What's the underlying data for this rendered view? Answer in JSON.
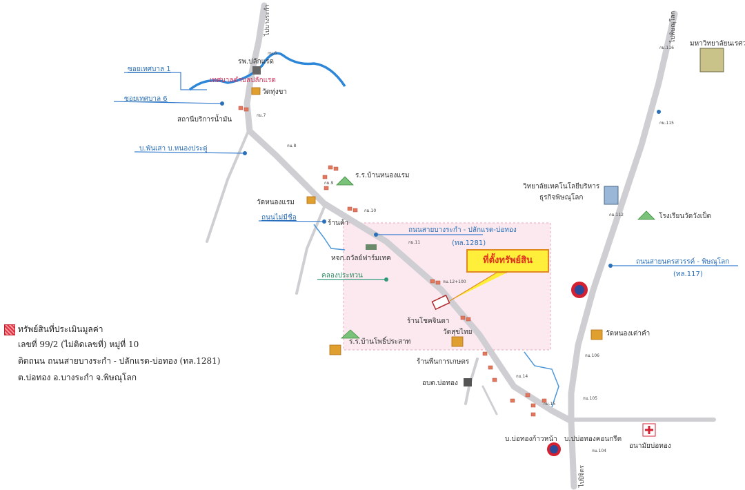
{
  "callout": "ที่ตั้งทรัพย์สิน",
  "legend": {
    "line1": "ทรัพย์สินที่ประเมินมูลค่า",
    "line2": "เลขที่ 99/2 (ไม่ติดเลขที่) หมู่ที่ 10",
    "line3": "ติดถนน ถนนสายบางระกำ - ปลักแรด-บ่อทอง (ทล.1281)",
    "line4": "ต.บ่อทอง อ.บางระกำ จ.พิษณุโลก"
  },
  "roads": {
    "soi1": "ซอยเทศบาล 1",
    "soi6": "ซอยเทศบาล 6",
    "phanseo": "บ.พันเสา บ.หนองประดู่",
    "mimue": "ถนนไม่มีชื่อ",
    "main_name": "ถนนสายบางระกำ - ปลักแรด-บ่อทอง",
    "main_code": "(ทล.1281)",
    "east_name": "ถนนสายนครสวรรค์ - พิษณุโลก",
    "east_code": "(ทล.117)",
    "canal": "คลองประทวน",
    "top_vertical": "ไปบางระกำ",
    "right_vertical": "ไปพิษณุโลก",
    "bottom_vertical": "ไปปิจิตร"
  },
  "places": {
    "hospital": "รพ.ปลักแรด",
    "municipality": "เทศบาลตำบลปลักแรด",
    "wat_thungkha": "วัดทุ่งขา",
    "gas_station": "สถานีบริการน้ำมัน",
    "school_nongraem": "ร.ร.บ้านหนองแรม",
    "wat_nongraem": "วัดหนองแรม",
    "shop1": "ร้านค้า",
    "farm": "หจก.ถวัลย์ฟาร์มเทค",
    "shop_chokjinda": "ร้านโชคจินดา",
    "wat_suthai": "วัดสุขไทย",
    "school_pho": "ร.ร.บ้านโพธิ์ประสาท",
    "shop_agri": "ร้านพืนการเกษตร",
    "obt": "อบต.บ่อทอง",
    "wat_nongtaokham": "วัดหนองเต่าคำ",
    "college": "วิทยาลัยเทคโนโลยีบริหาร",
    "college2": "ธุรกิจพิษณุโลก",
    "school_wangpet": "โรงเรียนวัดวังเป็ด",
    "university": "มหาวิทยาลัยนเรศวร",
    "bothong_front": "บ.บ่อทองก้าวหน้า",
    "bothong_concrete": "บ.ปบ่อทองคอนกรีต",
    "health": "อนามัยบ่อทอง"
  },
  "km": {
    "k6a": "กม.6",
    "k7": "กม.7",
    "k8": "กม.8",
    "k9": "กม.9",
    "k10": "กม.10",
    "k11": "กม.11",
    "k12": "กม.12+100",
    "k14": "กม.14",
    "k15": "กม.15",
    "k104": "กม.104",
    "k105": "กม.105",
    "k106": "กม.106",
    "k112": "กม.112",
    "k115": "กม.115",
    "k116": "กม.116"
  }
}
